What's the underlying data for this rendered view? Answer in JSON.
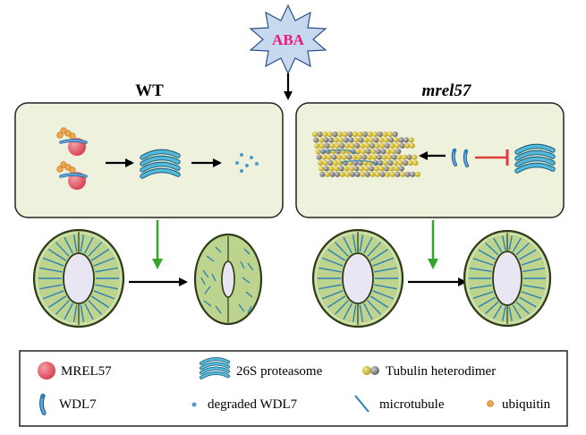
{
  "stimulus": {
    "label": "ABA"
  },
  "panels": {
    "left": {
      "title": "WT"
    },
    "right": {
      "title": "mrel57"
    }
  },
  "legend": {
    "items": [
      {
        "id": "mrel57",
        "label": "MREL57"
      },
      {
        "id": "proteasome",
        "label": "26S proteasome"
      },
      {
        "id": "tubulin",
        "label": "Tubulin heterodimer"
      },
      {
        "id": "wdl7",
        "label": "WDL7"
      },
      {
        "id": "degraded-wdl7",
        "label": "degraded WDL7"
      },
      {
        "id": "microtubule",
        "label": "microtubule"
      },
      {
        "id": "ubiquitin",
        "label": "ubiquitin"
      }
    ]
  },
  "colors": {
    "panel_fill": "#eef1dc",
    "cell_fill": "#bcd48e",
    "cell_stroke": "#2f3a1a",
    "nucleus_fill": "#e9e6f3",
    "microtubule": "#2d7fb7",
    "proteasome": "#3aa6c9",
    "mrel57": "#e05c6a",
    "ubiquitin": "#f0a64a",
    "tubulin_yellow": "#e2cc3b",
    "tubulin_grey": "#7d7d7d",
    "inhibit": "#e23b3b",
    "arrow_green": "#32a62a",
    "aba_burst": "#c7d9ef",
    "aba_text": "#e8197c"
  }
}
